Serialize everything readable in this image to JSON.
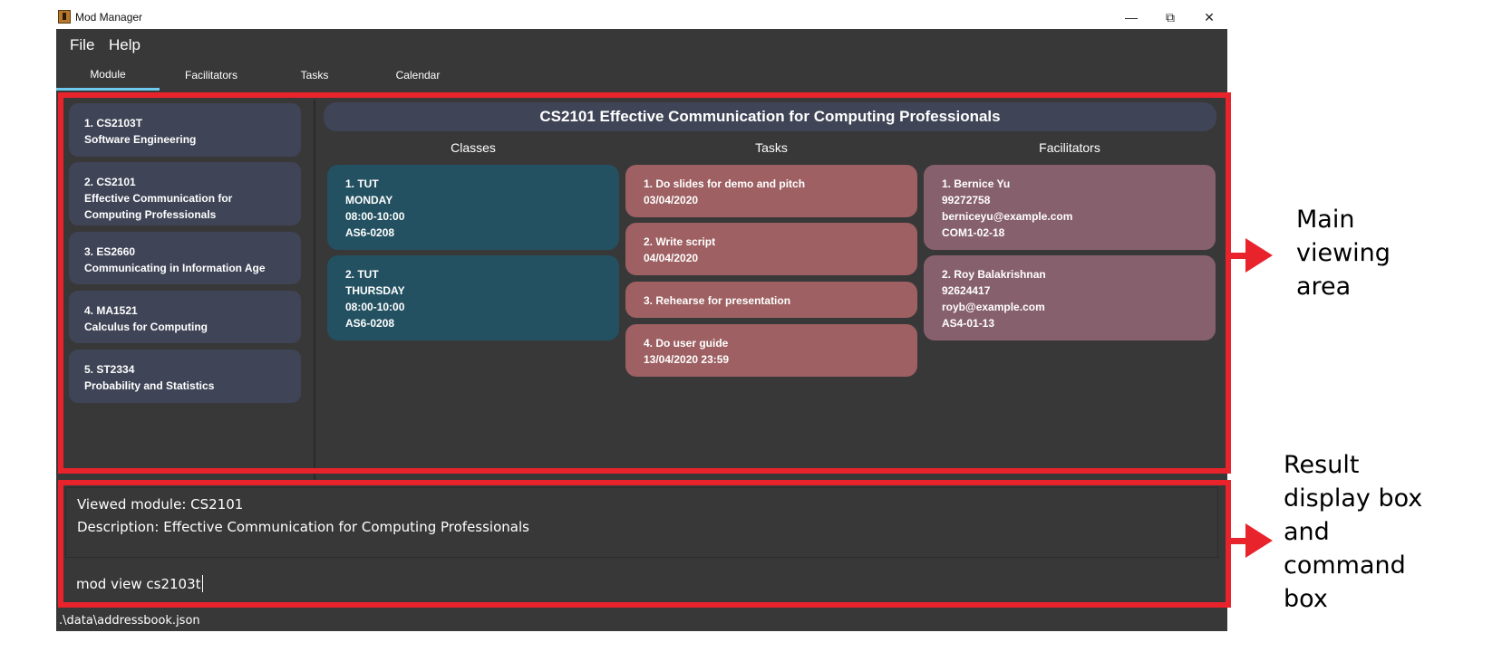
{
  "window": {
    "title": "Mod Manager",
    "minimize_glyph": "—",
    "restore_glyph": "⧉",
    "close_glyph": "✕"
  },
  "menu": {
    "file": "File",
    "help": "Help"
  },
  "tabs": [
    {
      "label": "Module",
      "active": true
    },
    {
      "label": "Facilitators",
      "active": false
    },
    {
      "label": "Tasks",
      "active": false
    },
    {
      "label": "Calendar",
      "active": false
    }
  ],
  "modules": [
    {
      "line1": "1.  CS2103T",
      "line2": "Software Engineering"
    },
    {
      "line1": "2.  CS2101",
      "line2": "Effective Communication for",
      "line3": "Computing Professionals"
    },
    {
      "line1": "3.  ES2660",
      "line2": "Communicating in Information Age"
    },
    {
      "line1": "4.  MA1521",
      "line2": "Calculus for Computing"
    },
    {
      "line1": "5.  ST2334",
      "line2": "Probability and Statistics"
    }
  ],
  "detail": {
    "header": "CS2101 Effective Communication for Computing Professionals",
    "classes_title": "Classes",
    "tasks_title": "Tasks",
    "facilitators_title": "Facilitators",
    "classes": [
      {
        "l1": "1.  TUT",
        "l2": "MONDAY",
        "l3": "08:00-10:00",
        "l4": "AS6-0208"
      },
      {
        "l1": "2.  TUT",
        "l2": "THURSDAY",
        "l3": "08:00-10:00",
        "l4": "AS6-0208"
      }
    ],
    "tasks": [
      {
        "l1": "1.  Do slides for demo and pitch",
        "l2": "03/04/2020"
      },
      {
        "l1": "2.  Write script",
        "l2": "04/04/2020"
      },
      {
        "l1": "3.  Rehearse for presentation"
      },
      {
        "l1": "4.  Do user guide",
        "l2": "13/04/2020 23:59"
      }
    ],
    "facilitators": [
      {
        "l1": "1.  Bernice Yu",
        "l2": "99272758",
        "l3": "berniceyu@example.com",
        "l4": "COM1-02-18"
      },
      {
        "l1": "2.  Roy Balakrishnan",
        "l2": "92624417",
        "l3": "royb@example.com",
        "l4": "AS4-01-13"
      }
    ]
  },
  "result": {
    "line1": "Viewed module: CS2101",
    "line2": "Description: Effective Communication for Computing Professionals"
  },
  "command": {
    "value": "mod view cs2103t"
  },
  "status": {
    "path": ".\\data\\addressbook.json"
  },
  "annotations": {
    "main": [
      "Main",
      "viewing",
      "area"
    ],
    "result": [
      "Result",
      "display box",
      "and",
      "command",
      "box"
    ]
  },
  "colors": {
    "highlight": "#e8232c",
    "window_bg": "#383838",
    "module_card": "#3f4456",
    "class_card": "#235161",
    "task_card": "#9e6062",
    "facilitator_card": "#87606e",
    "tab_underline": "#6ec9ee"
  }
}
